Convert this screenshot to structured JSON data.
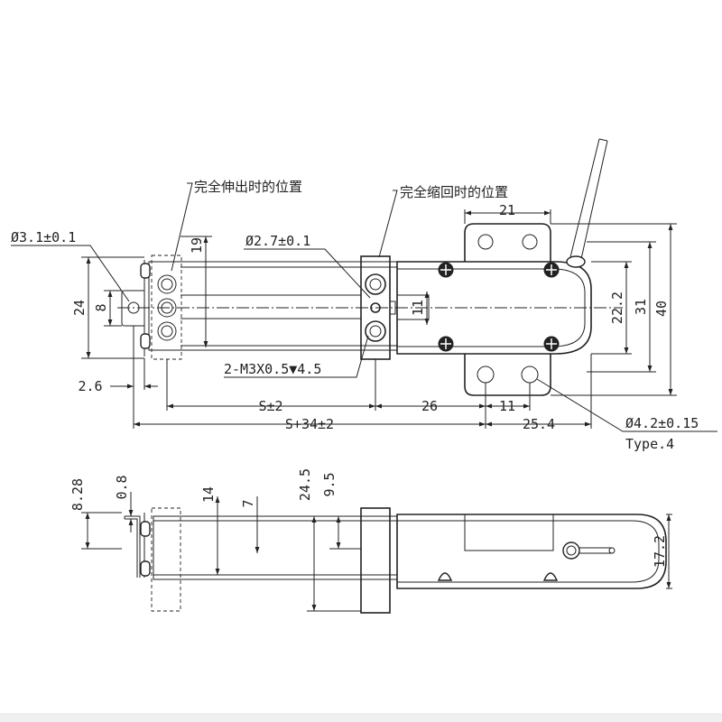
{
  "drawing": {
    "callouts": {
      "extended_position": "完全伸出时的位置",
      "retracted_position": "完全缩回时的位置"
    },
    "top_view": {
      "hole_left": "Ø3.1±0.1",
      "hole_mid": "Ø2.7±0.1",
      "thread_note": "2-M3X0.5▼4.5",
      "hole_right": "Ø4.2±0.15",
      "type_note": "Type.4",
      "dims": {
        "d24": "24",
        "d8": "8",
        "d19": "19",
        "d11v": "11",
        "d21": "21",
        "d22_2": "22.2",
        "d31": "31",
        "d40": "40",
        "d2_6": "2.6",
        "stroke": "S±2",
        "d26": "26",
        "d11h": "11",
        "total": "S+34±2",
        "d25_4": "25.4"
      }
    },
    "side_view": {
      "dims": {
        "d8_28": "8.28",
        "d0_8": "0.8",
        "d14": "14",
        "d7": "7",
        "d24_5": "24.5",
        "d9_5": "9.5",
        "d17_2": "17.2"
      }
    }
  }
}
